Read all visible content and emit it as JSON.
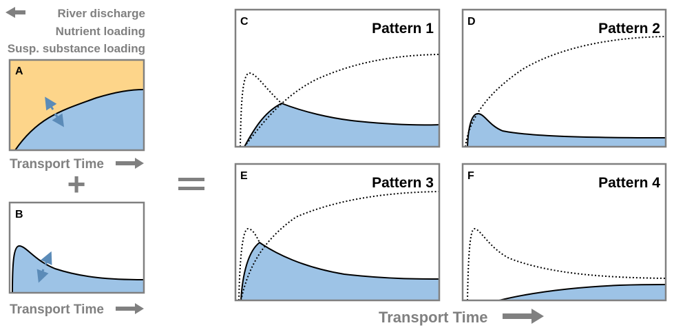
{
  "legend": {
    "line1": "River discharge",
    "line2": "Nutrient loading",
    "line3": "Susp. substance loading"
  },
  "panels": {
    "A": {
      "letter": "A"
    },
    "B": {
      "letter": "B"
    },
    "C": {
      "letter": "C",
      "title": "Pattern 1"
    },
    "D": {
      "letter": "D",
      "title": "Pattern 2"
    },
    "E": {
      "letter": "E",
      "title": "Pattern 3"
    },
    "F": {
      "letter": "F",
      "title": "Pattern 4"
    }
  },
  "axis": {
    "transport_time": "Transport Time"
  },
  "operators": {
    "plus": "+",
    "equals": "="
  },
  "colors": {
    "blue_fill": "#9dc3e6",
    "orange_fill": "#fdd58a",
    "border": "#808080",
    "gray_text": "#808080",
    "arrow": "#808080",
    "double_arrow": "#5b8bb8"
  }
}
